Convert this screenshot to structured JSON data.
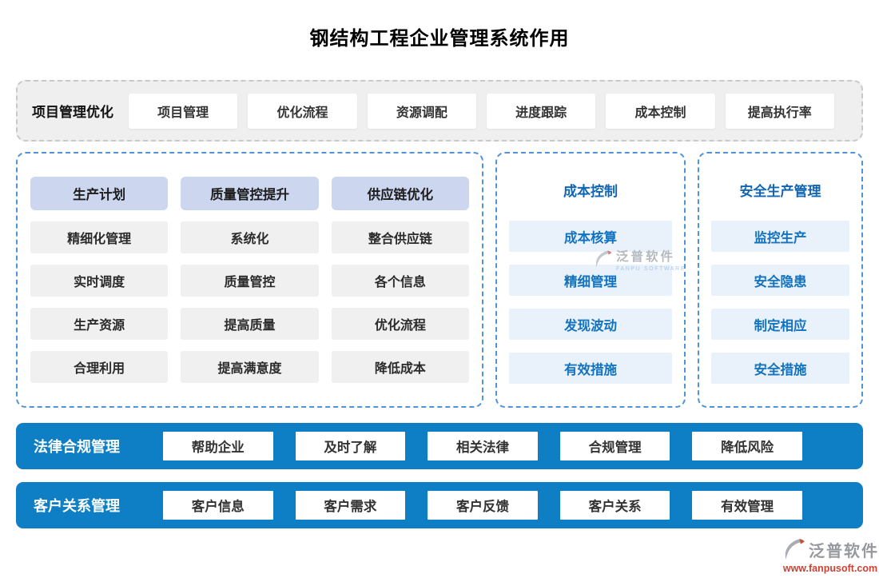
{
  "title": "钢结构工程企业管理系统作用",
  "top_section": {
    "label": "项目管理优化",
    "items": [
      "项目管理",
      "优化流程",
      "资源调配",
      "进度跟踪",
      "成本控制",
      "提高执行率"
    ]
  },
  "production_panel": {
    "columns": [
      {
        "header": "生产计划",
        "items": [
          "精细化管理",
          "实时调度",
          "生产资源",
          "合理利用"
        ]
      },
      {
        "header": "质量管控提升",
        "items": [
          "系统化",
          "质量管控",
          "提高质量",
          "提高满意度"
        ]
      },
      {
        "header": "供应链优化",
        "items": [
          "整合供应链",
          "各个信息",
          "优化流程",
          "降低成本"
        ]
      }
    ]
  },
  "cost_panel": {
    "title": "成本控制",
    "items": [
      "成本核算",
      "精细管理",
      "发现波动",
      "有效措施"
    ]
  },
  "safety_panel": {
    "title": "安全生产管理",
    "items": [
      "监控生产",
      "安全隐患",
      "制定相应",
      "安全措施"
    ]
  },
  "bars": [
    {
      "label": "法律合规管理",
      "items": [
        "帮助企业",
        "及时了解",
        "相关法律",
        "合规管理",
        "降低风险"
      ]
    },
    {
      "label": "客户关系管理",
      "items": [
        "客户信息",
        "客户需求",
        "客户反馈",
        "客户关系",
        "有效管理"
      ]
    }
  ],
  "watermark": {
    "brand": "泛普软件",
    "brand_en": "FANPU SOFTWARE",
    "url": "www.fanpusoft.com"
  },
  "colors": {
    "bar_blue": "#0e7fc5",
    "panel_border_blue": "#4f94da",
    "header_lavender": "#ccd6ee",
    "cell_gray": "#f0f0f1",
    "light_blue_cell": "#e9f1fa",
    "blue_text": "#1373be",
    "watermark_url_red": "#cb4335"
  }
}
